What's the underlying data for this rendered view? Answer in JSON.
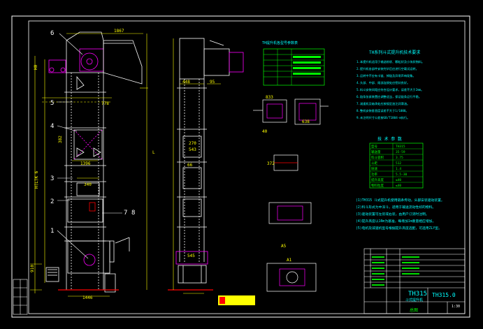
{
  "drawing": {
    "labels": {
      "callouts": [
        "6",
        "5",
        "4",
        "3",
        "2",
        "1",
        "7",
        "8"
      ],
      "dim_top_width": "1867",
      "dim_h0": "H0",
      "dim_778": "778",
      "dim_1396": "1396",
      "dim_340": "340",
      "dim_382": "382",
      "dim_1446": "1446",
      "dim_910": "910",
      "dim_H_L_K": "H(L)K 6",
      "dim_L": "L",
      "dim_448": "448",
      "dim_95": "95",
      "dim_270": "270",
      "dim_543": "543",
      "dim_66": "66",
      "dim_545": "545",
      "dim_833": "833",
      "dim_638": "638",
      "dim_40": "40",
      "dim_372": "372",
      "dim_A1": "A1",
      "dim_A5": "A5"
    },
    "table1_title": "TH提升机各型号参数表",
    "notes_title": "TH系列斗式提升机技术要求",
    "notes_lines": [
      "1.本提升机适用于输送粉状、颗粒状及小块状物料。",
      "2.提升机各部件安装完毕后应进行空载试运转。",
      "3.运转中不应有卡链、掉链及异常声响现象。",
      "4.头部、中部、尾部连接处应密封良好。",
      "5.料斗安装间距应符合设计要求，误差不大于2mm。",
      "6.链条张紧装置应调整适当，保证链条运行平稳。",
      "7.减速机及轴承处应按规定加注润滑油。",
      "8.整机安装垂直度误差不大于1/1000。",
      "9.未注明尺寸公差按GB/T1804-m执行。"
    ],
    "spec_title": "技 术 参 数",
    "spec_rows": [
      [
        "型号",
        "TH315"
      ],
      [
        "输送量",
        "35-59"
      ],
      [
        "料斗容积",
        "3.75"
      ],
      [
        "斗距",
        "512"
      ],
      [
        "链速",
        "1.4"
      ],
      [
        "功率",
        "5.5-30"
      ],
      [
        "提升高度",
        "≤40"
      ],
      [
        "物料粒度",
        "≤40"
      ]
    ],
    "remarks": [
      "(1)TH315 斗式提升机使用链条传动，头部安装驱动装置。",
      "(2)料斗形式为中深斗，适用于输送流动性好的物料。",
      "(3)驱动装置可左装或右装，由用户订货时注明。",
      "(4)提升高度以10m为基准，每增加1m重量相应增加。",
      "(5)电机及减速机型号根据提升高度选配，可选用ZLY型。"
    ],
    "title_block": {
      "drawing_no": "TH315",
      "name": "斗式提升机",
      "code": "TH315.0",
      "sheet": "1:30",
      "stamp": "总图"
    },
    "colors": {
      "background": "#000000",
      "lines": "#ffffff",
      "dimension": "#ffff00",
      "table": "#00ff00",
      "text_cyan": "#00ffff",
      "accent_red": "#ff0000",
      "accent_magenta": "#ff00ff",
      "highlight_yellow": "#ffff00"
    }
  }
}
